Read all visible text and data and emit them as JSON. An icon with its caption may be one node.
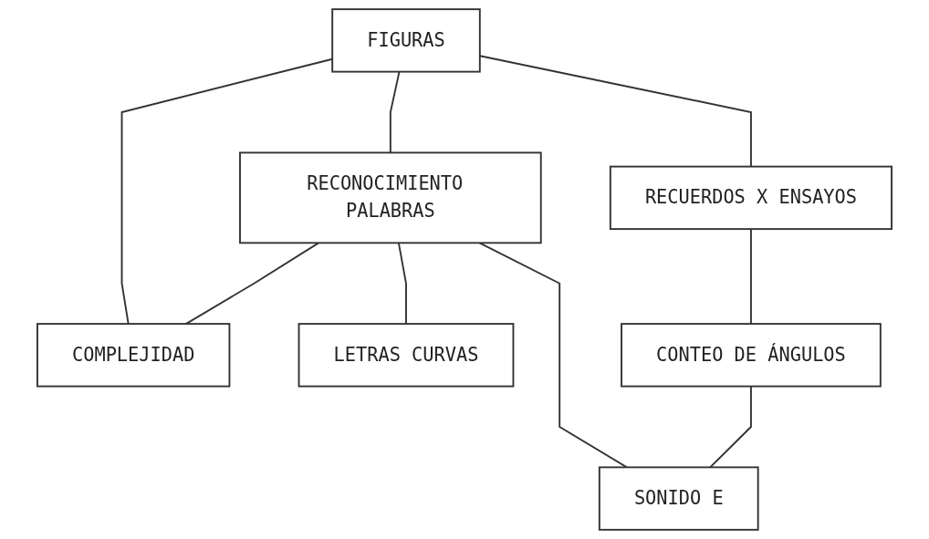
{
  "diagram": {
    "nodes": [
      {
        "text": [
          "FIGURAS"
        ]
      },
      {
        "text": [
          "RECONOCIMIENTO PALABRAS"
        ]
      },
      {
        "text": [
          "RECUERDOS X ENSAYOS"
        ]
      },
      {
        "text": [
          "COMPLEJIDAD"
        ]
      },
      {
        "text": [
          "LETRAS CURVAS"
        ]
      },
      {
        "text": [
          "CONTEO DE ÁNGULOS"
        ]
      },
      {
        "text": [
          "SONIDO E"
        ]
      }
    ],
    "edges": [
      {
        "from": 0,
        "to": 1,
        "arrow": "none"
      },
      {
        "from": 0,
        "to": 3,
        "arrow": "none"
      },
      {
        "from": 0,
        "to": 2,
        "arrow": "none"
      },
      {
        "from": 1,
        "to": 3,
        "arrow": "none"
      },
      {
        "from": 1,
        "to": 4,
        "arrow": "none"
      },
      {
        "from": 1,
        "to": 6,
        "arrow": "none"
      },
      {
        "from": 2,
        "to": 5,
        "arrow": "none"
      },
      {
        "from": 5,
        "to": 6,
        "arrow": "none"
      }
    ]
  }
}
